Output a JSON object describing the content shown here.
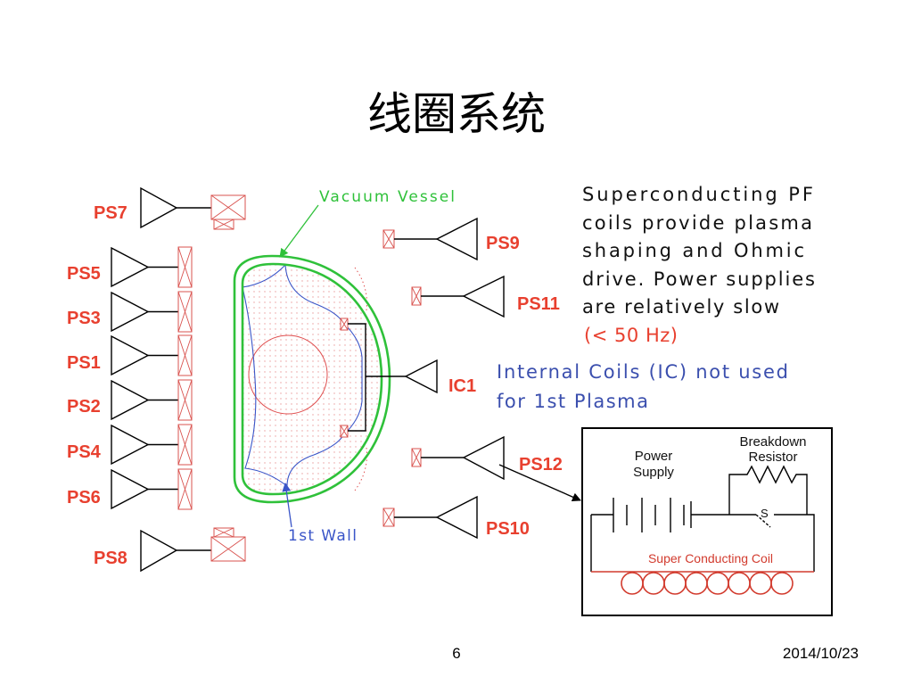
{
  "slide": {
    "title": "线圈系统",
    "page_number": "6",
    "date": "2014/10/23"
  },
  "diagram": {
    "left_supplies": {
      "ps7": "PS7",
      "ps5": "PS5",
      "ps3": "PS3",
      "ps1": "PS1",
      "ps2": "PS2",
      "ps4": "PS4",
      "ps6": "PS6",
      "ps8": "PS8"
    },
    "right_supplies": {
      "ps9": "PS9",
      "ps11": "PS11",
      "ic1": "IC1",
      "ps12": "PS12",
      "ps10": "PS10"
    },
    "vessel_label": "Vacuum Vessel",
    "first_wall_label": "1st Wall"
  },
  "notes": {
    "pf_coils_lines": [
      "Superconducting PF",
      "coils provide plasma",
      "shaping and Ohmic",
      "drive. Power supplies",
      "are relatively slow"
    ],
    "pf_frequency": "(< 50 Hz)",
    "internal_coils_lines": [
      "Internal Coils (IC) not used",
      "for 1st Plasma"
    ]
  },
  "circuit": {
    "power_supply_lines": [
      "Power",
      "Supply"
    ],
    "resistor_lines": [
      "Breakdown",
      "Resistor"
    ],
    "switch_label": "S",
    "coil_label": "Super Conducting Coil"
  },
  "colors": {
    "label_red": "#e8402f",
    "note_blue": "#3b4fae",
    "vessel_green": "#2fc13a",
    "wall_blue": "#3a55c8",
    "coil_red": "#d9534f"
  }
}
